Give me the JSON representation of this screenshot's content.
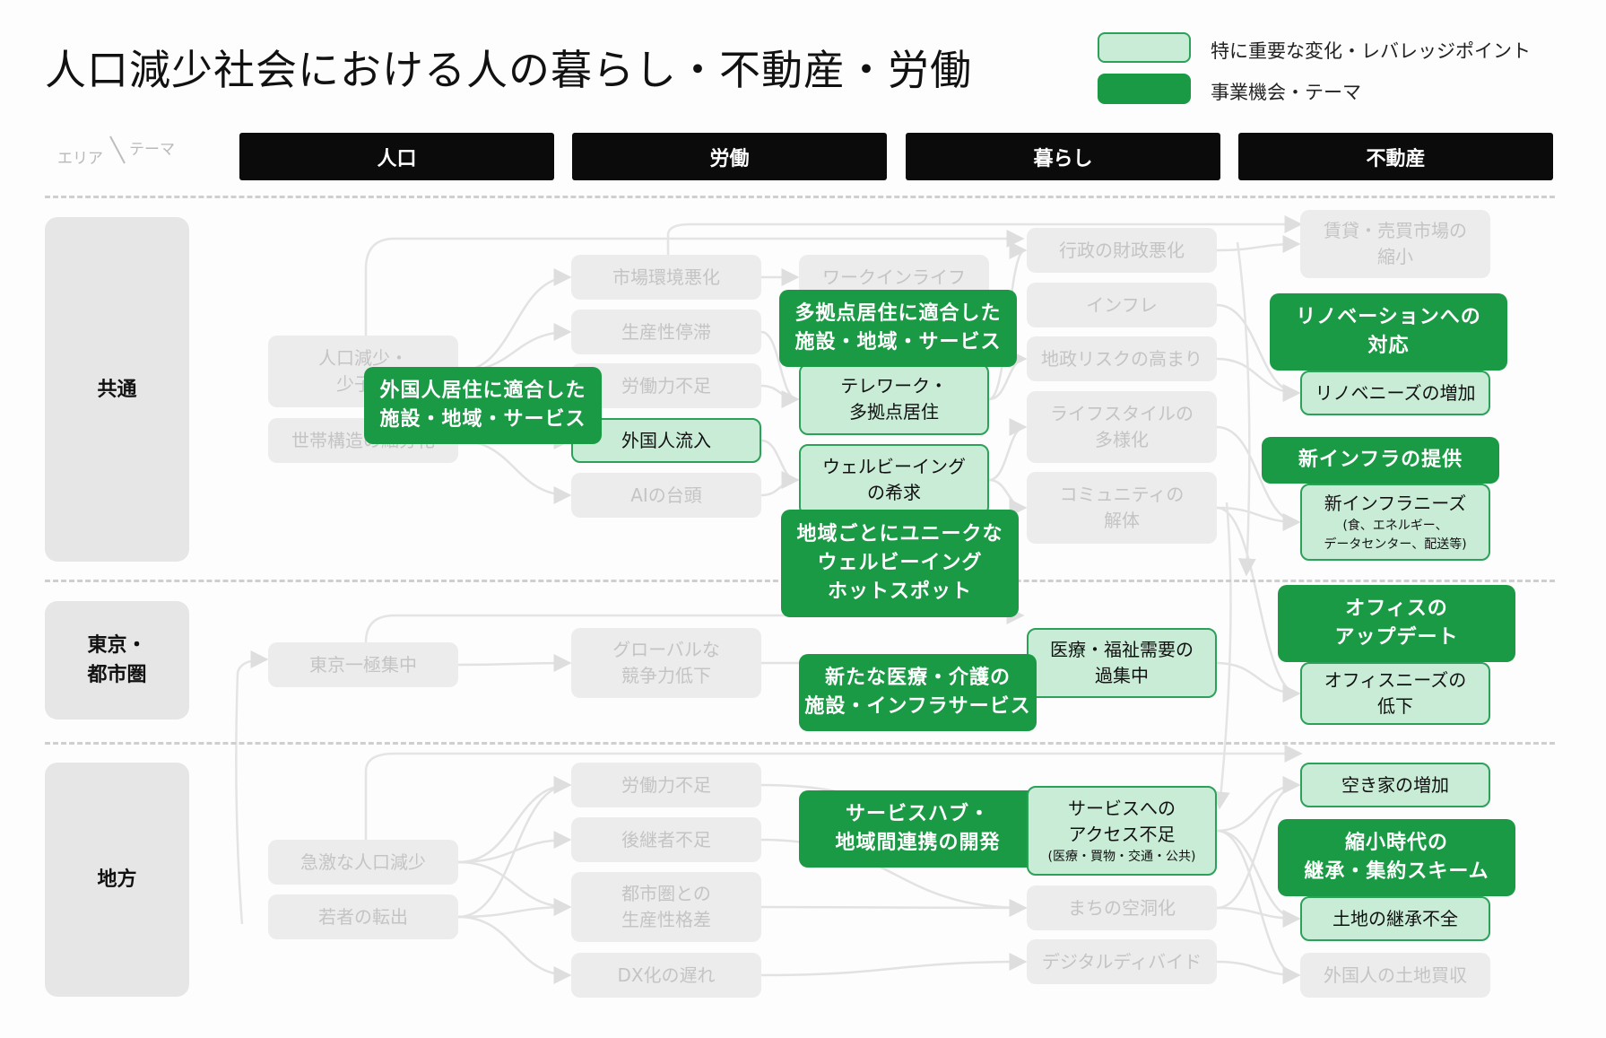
{
  "title": "人口減少社会における人の暮らし・不動産・労働",
  "legend": [
    {
      "label": "特に重要な変化・レバレッジポイント",
      "color": "#c9ecd6"
    },
    {
      "label": "事業機会・テーマ",
      "color": "#1a9a45"
    }
  ],
  "corner": {
    "area": "エリア",
    "theme": "テーマ"
  },
  "columns": [
    "人口",
    "労働",
    "暮らし",
    "不動産"
  ],
  "rows": [
    "共通",
    "東京・\n都市圏",
    "地方"
  ],
  "nodes": {
    "jinko_gensho": {
      "text": "人口減少・\n少子化"
    },
    "setai": {
      "text": "世帯構造の細分化"
    },
    "gaikokujin_opp": {
      "text": "外国人居住に適合した\n施設・地域・サービス"
    },
    "shijo": {
      "text": "市場環境悪化"
    },
    "seisansei": {
      "text": "生産性停滞"
    },
    "rodo_fusoku": {
      "text": "労働力不足"
    },
    "gaikokujin": {
      "text": "外国人流入"
    },
    "ai": {
      "text": "AIの台頭"
    },
    "work_life": {
      "text": "ワークインライフ"
    },
    "takyoten_opp": {
      "text": "多拠点居住に適合した\n施設・地域・サービス"
    },
    "telework": {
      "text": "テレワーク・\n多拠点居住"
    },
    "wellbeing": {
      "text": "ウェルビーイング\nの希求"
    },
    "wellbeing_opp": {
      "text": "地域ごとにユニークな\nウェルビーイング\nホットスポット"
    },
    "gyosei": {
      "text": "行政の財政悪化"
    },
    "inflation": {
      "text": "インフレ"
    },
    "chisei": {
      "text": "地政リスクの高まり"
    },
    "lifestyle": {
      "text": "ライフスタイルの\n多様化"
    },
    "community": {
      "text": "コミュニティの\n解体"
    },
    "chintai": {
      "text": "賃貸・売買市場の\n縮小"
    },
    "reno_opp": {
      "text": "リノベーションへの\n対応"
    },
    "renoneeds": {
      "text": "リノベニーズの増加"
    },
    "infra_opp": {
      "text": "新インフラの提供"
    },
    "infraneeds": {
      "text": "新インフラニーズ",
      "sub": "(食、エネルギー、\nデータセンター、配送等)"
    },
    "tokyo": {
      "text": "東京一極集中"
    },
    "global": {
      "text": "グローバルな\n競争力低下"
    },
    "iryo_opp": {
      "text": "新たな医療・介護の\n施設・インフラサービス"
    },
    "iryo": {
      "text": "医療・福祉需要の\n過集中"
    },
    "office_opp": {
      "text": "オフィスの\nアップデート"
    },
    "officeneeds": {
      "text": "オフィスニーズの\n低下"
    },
    "kyugeki": {
      "text": "急激な人口減少"
    },
    "wakamono": {
      "text": "若者の転出"
    },
    "chiho_rodo": {
      "text": "労働力不足"
    },
    "koukeisha": {
      "text": "後継者不足"
    },
    "kakusa": {
      "text": "都市圏との\n生産性格差"
    },
    "dx": {
      "text": "DX化の遅れ"
    },
    "hub_opp": {
      "text": "サービスハブ・\n地域間連携の開発"
    },
    "access": {
      "text": "サービスへの\nアクセス不足",
      "sub": "(医療・買物・交通・公共)"
    },
    "kudoka": {
      "text": "まちの空洞化"
    },
    "digital": {
      "text": "デジタルディバイド"
    },
    "akiya": {
      "text": "空き家の増加"
    },
    "shukusho_opp": {
      "text": "縮小時代の\n継承・集約スキーム"
    },
    "tochi": {
      "text": "土地の継承不全"
    },
    "gaikokujin_tochi": {
      "text": "外国人の土地買収"
    }
  }
}
